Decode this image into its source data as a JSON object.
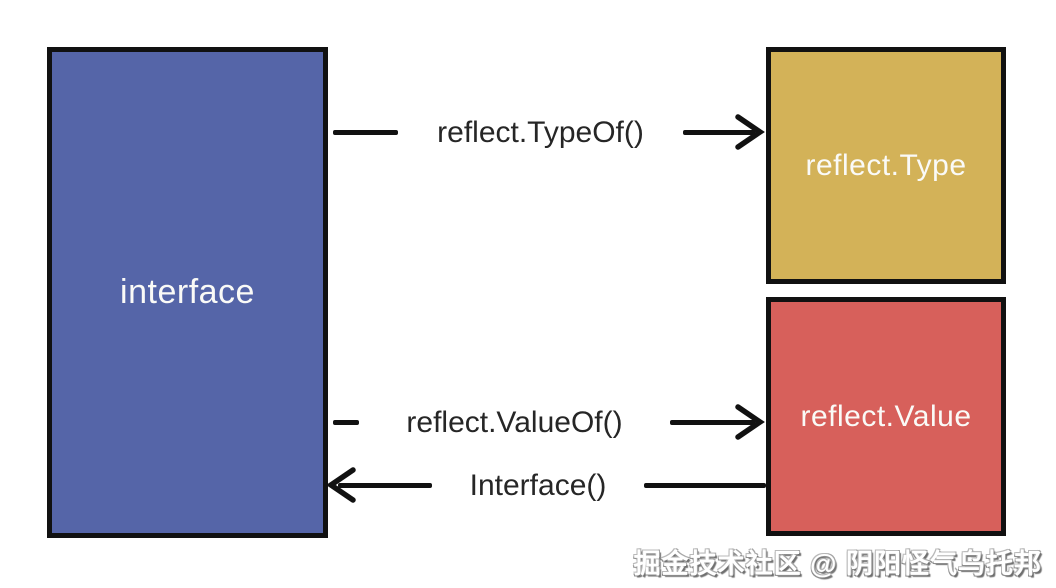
{
  "diagram": {
    "title_hint": "Go reflection relationship diagram",
    "interface_box": {
      "label": "interface",
      "color": "#5565a8"
    },
    "reflect_type_box": {
      "label": "reflect.Type",
      "color": "#d3b258"
    },
    "reflect_value_box": {
      "label": "reflect.Value",
      "color": "#d7605b"
    },
    "arrows": {
      "typeof": {
        "label": "reflect.TypeOf()",
        "from": "interface",
        "to": "reflect.Type",
        "direction": "right"
      },
      "valueof": {
        "label": "reflect.ValueOf()",
        "from": "interface",
        "to": "reflect.Value",
        "direction": "right"
      },
      "interface": {
        "label": "Interface()",
        "from": "reflect.Value",
        "to": "interface",
        "direction": "left"
      }
    },
    "line_color": "#111111",
    "label_color": "#262626",
    "background_color": "#ffffff"
  },
  "watermark": {
    "text": "掘金技术社区 @ 阴阳怪气乌托邦"
  }
}
